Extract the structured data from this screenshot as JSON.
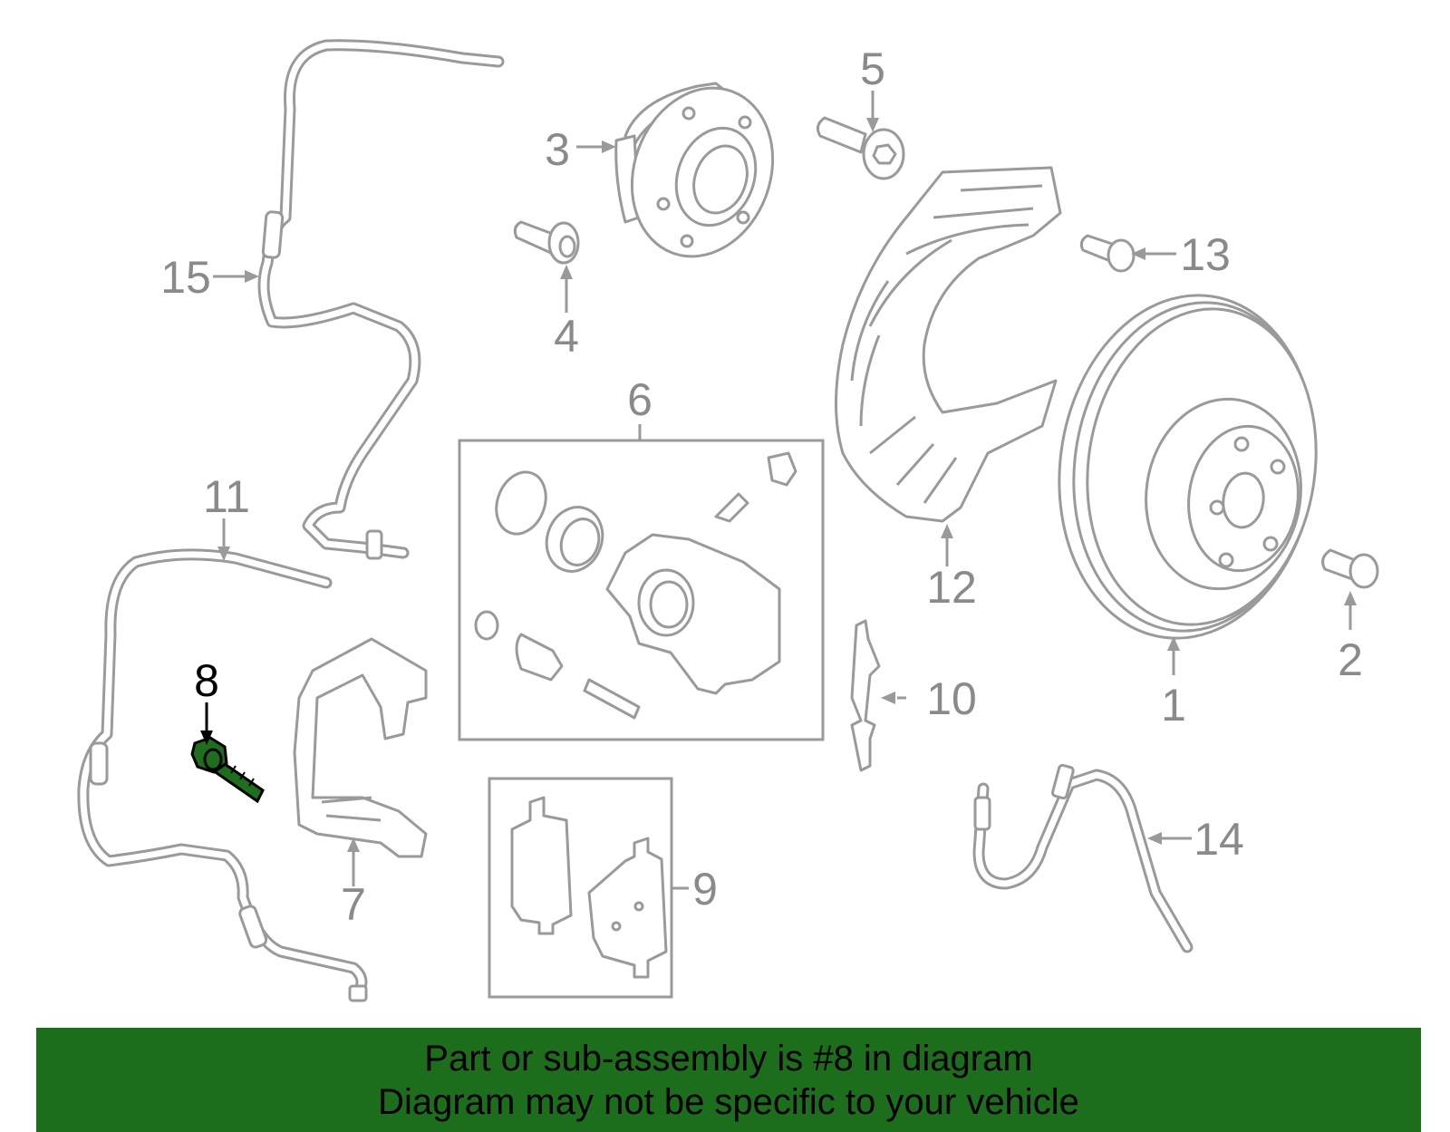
{
  "callouts": {
    "c1": "1",
    "c2": "2",
    "c3": "3",
    "c4": "4",
    "c5": "5",
    "c6": "6",
    "c7": "7",
    "c8": "8",
    "c9": "9",
    "c10": "10",
    "c11": "11",
    "c12": "12",
    "c13": "13",
    "c14": "14",
    "c15": "15"
  },
  "highlight": {
    "callout": "8",
    "color": "#1c6e1c"
  },
  "colors": {
    "line_art": "#9a9a9a",
    "highlight_part": "#1e6e1e",
    "banner_bg": "#1c6e1c"
  },
  "banner": {
    "line1": "Part or sub-assembly is #8 in diagram",
    "line2": "Diagram may not be specific to your vehicle"
  }
}
